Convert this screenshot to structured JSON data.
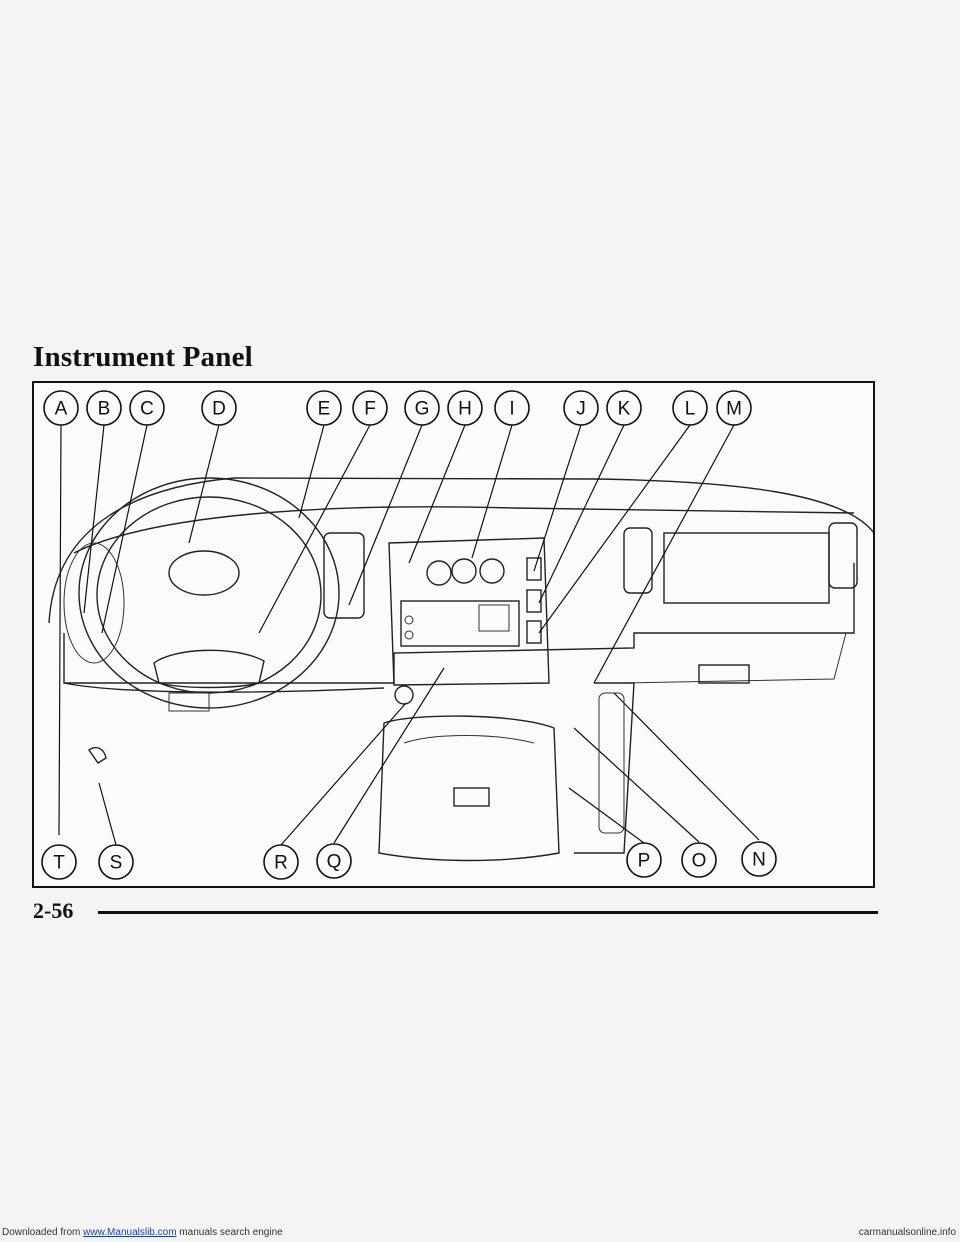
{
  "page": {
    "title": "Instrument Panel",
    "page_number": "2-56"
  },
  "figure": {
    "callouts": [
      "A",
      "B",
      "C",
      "D",
      "E",
      "F",
      "G",
      "H",
      "I",
      "J",
      "K",
      "L",
      "M",
      "N",
      "O",
      "P",
      "Q",
      "R",
      "S",
      "T"
    ]
  },
  "footer": {
    "prefix": "Downloaded from ",
    "link_text": "www.Manualslib.com",
    "suffix": " manuals search engine",
    "watermark": "carmanualsonline.info"
  }
}
